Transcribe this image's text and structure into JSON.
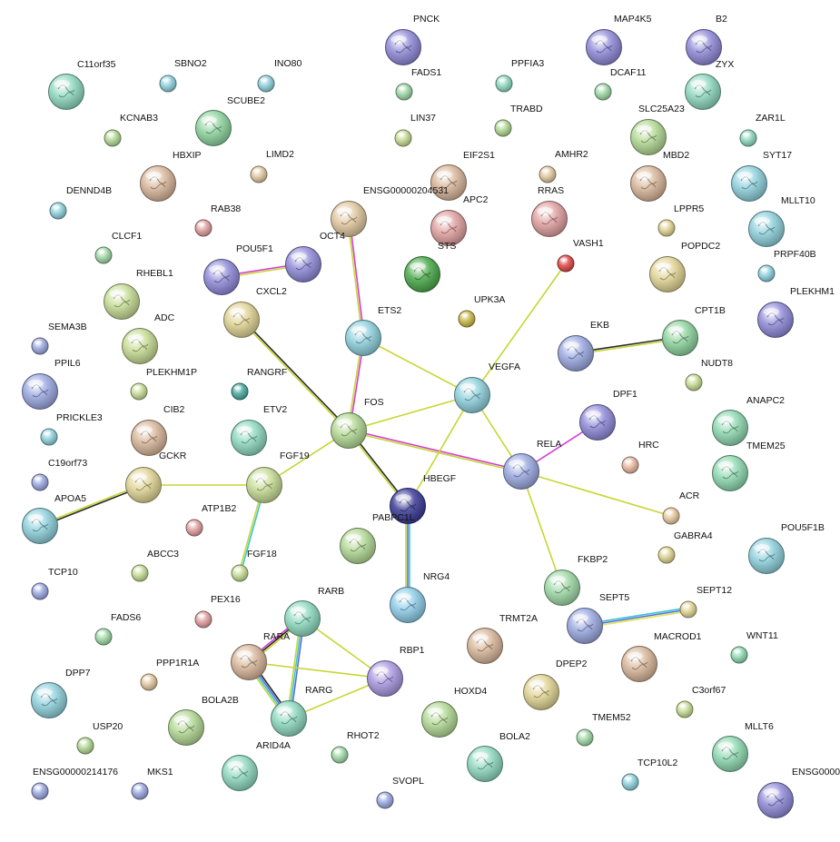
{
  "colors": {
    "edge_green": "#c6d631",
    "edge_black": "#2a2a2a",
    "edge_magenta": "#d43cd6",
    "edge_cyan": "#3cc4d6",
    "edge_blue": "#5a6fd6",
    "edge_yellow": "#e4e455"
  },
  "nodes": [
    {
      "id": "PNCK",
      "label": "PNCK",
      "color": "#8f8ad8",
      "big": true
    },
    {
      "id": "MAP4K5",
      "label": "MAP4K5",
      "color": "#8f8ad8",
      "big": true
    },
    {
      "id": "B2",
      "label": "B2",
      "color": "#8f8ad8",
      "big": true
    },
    {
      "id": "C11orf35",
      "label": "C11orf35",
      "color": "#8ed8c0",
      "big": true
    },
    {
      "id": "SBNO2",
      "label": "SBNO2",
      "color": "#8ed0dc",
      "big": false
    },
    {
      "id": "INO80",
      "label": "INO80",
      "color": "#8ed0dc",
      "big": false
    },
    {
      "id": "FADS1",
      "label": "FADS1",
      "color": "#9ed8a6",
      "big": false
    },
    {
      "id": "PPFIA3",
      "label": "PPFIA3",
      "color": "#8ed8c0",
      "big": false
    },
    {
      "id": "DCAF11",
      "label": "DCAF11",
      "color": "#9ed8a6",
      "big": false
    },
    {
      "id": "ZYX",
      "label": "ZYX",
      "color": "#8ed8c0",
      "big": true
    },
    {
      "id": "SCUBE2",
      "label": "SCUBE2",
      "color": "#8ed49e",
      "big": true
    },
    {
      "id": "KCNAB3",
      "label": "KCNAB3",
      "color": "#b2d894",
      "big": false
    },
    {
      "id": "LIN37",
      "label": "LIN37",
      "color": "#c6dc94",
      "big": false
    },
    {
      "id": "TRABD",
      "label": "TRABD",
      "color": "#b2d894",
      "big": false
    },
    {
      "id": "SLC25A23",
      "label": "SLC25A23",
      "color": "#b2d894",
      "big": true
    },
    {
      "id": "ZAR1L",
      "label": "ZAR1L",
      "color": "#8ed8c0",
      "big": false
    },
    {
      "id": "HBXIP",
      "label": "HBXIP",
      "color": "#d8b69a",
      "big": true
    },
    {
      "id": "LIMD2",
      "label": "LIMD2",
      "color": "#e0c8a0",
      "big": false
    },
    {
      "id": "EIF2S1",
      "label": "EIF2S1",
      "color": "#d8b69a",
      "big": true
    },
    {
      "id": "AMHR2",
      "label": "AMHR2",
      "color": "#e0c8a0",
      "big": false
    },
    {
      "id": "MBD2",
      "label": "MBD2",
      "color": "#d8b69a",
      "big": true
    },
    {
      "id": "SYT17",
      "label": "SYT17",
      "color": "#8ed0dc",
      "big": true
    },
    {
      "id": "DENND4B",
      "label": "DENND4B",
      "color": "#8ed0dc",
      "big": false
    },
    {
      "id": "RAB38",
      "label": "RAB38",
      "color": "#e0a0a0",
      "big": false
    },
    {
      "id": "ENSG00000204531",
      "label": "ENSG00000204531",
      "color": "#e0c8a0",
      "big": true
    },
    {
      "id": "APC2",
      "label": "APC2",
      "color": "#e0a0a0",
      "big": true
    },
    {
      "id": "RRAS",
      "label": "RRAS",
      "color": "#e0a0a0",
      "big": true
    },
    {
      "id": "LPPR5",
      "label": "LPPR5",
      "color": "#e0d494",
      "big": false
    },
    {
      "id": "MLLT10",
      "label": "MLLT10",
      "color": "#8ed0dc",
      "big": true
    },
    {
      "id": "CLCF1",
      "label": "CLCF1",
      "color": "#9ed8a6",
      "big": false
    },
    {
      "id": "POU5F1",
      "label": "POU5F1",
      "color": "#8f8ad8",
      "big": true
    },
    {
      "id": "OCT4",
      "label": "OCT4",
      "color": "#8f8ad8",
      "big": true
    },
    {
      "id": "STS",
      "label": "STS",
      "color": "#4aa84a",
      "big": true
    },
    {
      "id": "VASH1",
      "label": "VASH1",
      "color": "#e04848",
      "big": false
    },
    {
      "id": "POPDC2",
      "label": "POPDC2",
      "color": "#e0d494",
      "big": true
    },
    {
      "id": "PRPF40B",
      "label": "PRPF40B",
      "color": "#8ed0dc",
      "big": false
    },
    {
      "id": "RHEBL1",
      "label": "RHEBL1",
      "color": "#c6dc94",
      "big": true
    },
    {
      "id": "CXCL2",
      "label": "CXCL2",
      "color": "#e0d494",
      "big": true
    },
    {
      "id": "UPK3A",
      "label": "UPK3A",
      "color": "#c8b84a",
      "big": false
    },
    {
      "id": "PLEKHM1",
      "label": "PLEKHM1",
      "color": "#8f8ad8",
      "big": true
    },
    {
      "id": "ETS2",
      "label": "ETS2",
      "color": "#8ed0dc",
      "big": true
    },
    {
      "id": "SEMA3B",
      "label": "SEMA3B",
      "color": "#9aa8e0",
      "big": false
    },
    {
      "id": "ADC",
      "label": "ADC",
      "color": "#c6dc94",
      "big": true
    },
    {
      "id": "EKB",
      "label": "EKB",
      "color": "#9aa8e0",
      "big": true
    },
    {
      "id": "CPT1B",
      "label": "CPT1B",
      "color": "#8ed49e",
      "big": true
    },
    {
      "id": "PPIL6",
      "label": "PPIL6",
      "color": "#9aa8e0",
      "big": true
    },
    {
      "id": "PLEKHM1P",
      "label": "PLEKHM1P",
      "color": "#c6dc94",
      "big": false
    },
    {
      "id": "RANGRF",
      "label": "RANGRF",
      "color": "#4aa8a0",
      "big": false
    },
    {
      "id": "VEGFA",
      "label": "VEGFA",
      "color": "#8ed0dc",
      "big": true
    },
    {
      "id": "NUDT8",
      "label": "NUDT8",
      "color": "#c6dc94",
      "big": false
    },
    {
      "id": "PRICKLE3",
      "label": "PRICKLE3",
      "color": "#8ed0dc",
      "big": false
    },
    {
      "id": "CIB2",
      "label": "CIB2",
      "color": "#d8b69a",
      "big": true
    },
    {
      "id": "ETV2",
      "label": "ETV2",
      "color": "#8ed8c0",
      "big": true
    },
    {
      "id": "FOS",
      "label": "FOS",
      "color": "#b2d894",
      "big": true
    },
    {
      "id": "DPF1",
      "label": "DPF1",
      "color": "#8f8ad8",
      "big": true
    },
    {
      "id": "ANAPC2",
      "label": "ANAPC2",
      "color": "#8ed8b0",
      "big": true
    },
    {
      "id": "HRC",
      "label": "HRC",
      "color": "#e8b8a0",
      "big": false
    },
    {
      "id": "C19orf73",
      "label": "C19orf73",
      "color": "#9aa8e0",
      "big": false
    },
    {
      "id": "GCKR",
      "label": "GCKR",
      "color": "#e0d494",
      "big": true
    },
    {
      "id": "FGF19",
      "label": "FGF19",
      "color": "#c6dc94",
      "big": true
    },
    {
      "id": "RELA",
      "label": "RELA",
      "color": "#9aa8e0",
      "big": true
    },
    {
      "id": "TMEM25",
      "label": "TMEM25",
      "color": "#8ed8b0",
      "big": true
    },
    {
      "id": "HBEGF",
      "label": "HBEGF",
      "color": "#3a3a98",
      "big": true
    },
    {
      "id": "APOA5",
      "label": "APOA5",
      "color": "#8ed0dc",
      "big": true
    },
    {
      "id": "ACR",
      "label": "ACR",
      "color": "#e8c8a0",
      "big": false
    },
    {
      "id": "ATP1B2",
      "label": "ATP1B2",
      "color": "#e0a0a0",
      "big": false
    },
    {
      "id": "PABPC1L",
      "label": "PABPC1L",
      "color": "#b2d894",
      "big": true
    },
    {
      "id": "GABRA4",
      "label": "GABRA4",
      "color": "#e0d494",
      "big": false
    },
    {
      "id": "POU5F1B",
      "label": "POU5F1B",
      "color": "#8ed0dc",
      "big": true
    },
    {
      "id": "ABCC3",
      "label": "ABCC3",
      "color": "#c6dc94",
      "big": false
    },
    {
      "id": "FGF18",
      "label": "FGF18",
      "color": "#c6dc94",
      "big": false
    },
    {
      "id": "FKBP2",
      "label": "FKBP2",
      "color": "#9ed8a6",
      "big": true
    },
    {
      "id": "TCP10",
      "label": "TCP10",
      "color": "#9aa8e0",
      "big": false
    },
    {
      "id": "NRG4",
      "label": "NRG4",
      "color": "#8ecce8",
      "big": true
    },
    {
      "id": "SEPT5",
      "label": "SEPT5",
      "color": "#9aa8e0",
      "big": true
    },
    {
      "id": "SEPT12",
      "label": "SEPT12",
      "color": "#e0d494",
      "big": false
    },
    {
      "id": "RARB",
      "label": "RARB",
      "color": "#8ed8c0",
      "big": true
    },
    {
      "id": "PEX16",
      "label": "PEX16",
      "color": "#e0a0a0",
      "big": false
    },
    {
      "id": "FADS6",
      "label": "FADS6",
      "color": "#9ed8a6",
      "big": false
    },
    {
      "id": "TRMT2A",
      "label": "TRMT2A",
      "color": "#d8b69a",
      "big": true
    },
    {
      "id": "RARA",
      "label": "RARA",
      "color": "#d8b69a",
      "big": true
    },
    {
      "id": "MACROD1",
      "label": "MACROD1",
      "color": "#d8b69a",
      "big": true
    },
    {
      "id": "WNT11",
      "label": "WNT11",
      "color": "#8ed8b0",
      "big": false
    },
    {
      "id": "RBP1",
      "label": "RBP1",
      "color": "#a898e0",
      "big": true
    },
    {
      "id": "PPP1R1A",
      "label": "PPP1R1A",
      "color": "#e0c8a0",
      "big": false
    },
    {
      "id": "DPEP2",
      "label": "DPEP2",
      "color": "#e0d494",
      "big": true
    },
    {
      "id": "DPP7",
      "label": "DPP7",
      "color": "#8ed0dc",
      "big": true
    },
    {
      "id": "RARG",
      "label": "RARG",
      "color": "#8ed8c0",
      "big": true
    },
    {
      "id": "HOXD4",
      "label": "HOXD4",
      "color": "#b2d894",
      "big": true
    },
    {
      "id": "C3orf67",
      "label": "C3orf67",
      "color": "#c6dc94",
      "big": false
    },
    {
      "id": "BOLA2B",
      "label": "BOLA2B",
      "color": "#b2d894",
      "big": true
    },
    {
      "id": "USP20",
      "label": "USP20",
      "color": "#b2d894",
      "big": false
    },
    {
      "id": "TMEM52",
      "label": "TMEM52",
      "color": "#9ed8a6",
      "big": false
    },
    {
      "id": "RHOT2",
      "label": "RHOT2",
      "color": "#9ed8a6",
      "big": false
    },
    {
      "id": "BOLA2",
      "label": "BOLA2",
      "color": "#8ed8c0",
      "big": true
    },
    {
      "id": "MLLT6",
      "label": "MLLT6",
      "color": "#8ed8b0",
      "big": true
    },
    {
      "id": "ARID4A",
      "label": "ARID4A",
      "color": "#8ed8c0",
      "big": true
    },
    {
      "id": "TCP10L2",
      "label": "TCP10L2",
      "color": "#8ed0dc",
      "big": false
    },
    {
      "id": "ENSG00000214176",
      "label": "ENSG00000214176",
      "color": "#9aa8e0",
      "big": false
    },
    {
      "id": "MKS1",
      "label": "MKS1",
      "color": "#9aa8e0",
      "big": false
    },
    {
      "id": "SVOPL",
      "label": "SVOPL",
      "color": "#9aa8e0",
      "big": false
    },
    {
      "id": "ENSG0000",
      "label": "ENSG0000",
      "color": "#8f8ad8",
      "big": true
    }
  ],
  "edges": [
    {
      "a": "POU5F1",
      "b": "OCT4",
      "colors": [
        "edge_magenta",
        "edge_green"
      ]
    },
    {
      "a": "ENSG00000204531",
      "b": "ETS2",
      "colors": [
        "edge_magenta",
        "edge_green"
      ]
    },
    {
      "a": "ETS2",
      "b": "FOS",
      "colors": [
        "edge_magenta",
        "edge_green"
      ]
    },
    {
      "a": "ETS2",
      "b": "VEGFA",
      "colors": [
        "edge_green"
      ]
    },
    {
      "a": "CXCL2",
      "b": "FOS",
      "colors": [
        "edge_black",
        "edge_green"
      ]
    },
    {
      "a": "FOS",
      "b": "VEGFA",
      "colors": [
        "edge_green"
      ]
    },
    {
      "a": "FOS",
      "b": "RELA",
      "colors": [
        "edge_magenta",
        "edge_green"
      ]
    },
    {
      "a": "FOS",
      "b": "HBEGF",
      "colors": [
        "edge_black",
        "edge_green"
      ]
    },
    {
      "a": "FOS",
      "b": "FGF19",
      "colors": [
        "edge_green"
      ]
    },
    {
      "a": "VASH1",
      "b": "VEGFA",
      "colors": [
        "edge_green"
      ]
    },
    {
      "a": "VEGFA",
      "b": "RELA",
      "colors": [
        "edge_green"
      ]
    },
    {
      "a": "VEGFA",
      "b": "HBEGF",
      "colors": [
        "edge_green"
      ]
    },
    {
      "a": "RELA",
      "b": "DPF1",
      "colors": [
        "edge_magenta"
      ]
    },
    {
      "a": "RELA",
      "b": "ACR",
      "colors": [
        "edge_green"
      ]
    },
    {
      "a": "RELA",
      "b": "FKBP2",
      "colors": [
        "edge_green"
      ]
    },
    {
      "a": "EKB",
      "b": "CPT1B",
      "colors": [
        "edge_black",
        "edge_green"
      ]
    },
    {
      "a": "GCKR",
      "b": "APOA5",
      "colors": [
        "edge_black",
        "edge_green"
      ]
    },
    {
      "a": "GCKR",
      "b": "FGF19",
      "colors": [
        "edge_green"
      ]
    },
    {
      "a": "FGF19",
      "b": "FGF18",
      "colors": [
        "edge_cyan",
        "edge_green"
      ]
    },
    {
      "a": "HBEGF",
      "b": "NRG4",
      "colors": [
        "edge_cyan",
        "edge_blue",
        "edge_green"
      ]
    },
    {
      "a": "SEPT5",
      "b": "SEPT12",
      "colors": [
        "edge_cyan",
        "edge_blue",
        "edge_yellow"
      ]
    },
    {
      "a": "RARA",
      "b": "RARB",
      "colors": [
        "edge_magenta",
        "edge_black",
        "edge_green"
      ]
    },
    {
      "a": "RARA",
      "b": "RARG",
      "colors": [
        "edge_black",
        "edge_blue",
        "edge_cyan",
        "edge_green"
      ]
    },
    {
      "a": "RARB",
      "b": "RARG",
      "colors": [
        "edge_blue",
        "edge_cyan",
        "edge_green"
      ]
    },
    {
      "a": "RARA",
      "b": "RBP1",
      "colors": [
        "edge_green"
      ]
    },
    {
      "a": "RARB",
      "b": "RBP1",
      "colors": [
        "edge_green"
      ]
    },
    {
      "a": "RARG",
      "b": "RBP1",
      "colors": [
        "edge_green"
      ]
    }
  ]
}
